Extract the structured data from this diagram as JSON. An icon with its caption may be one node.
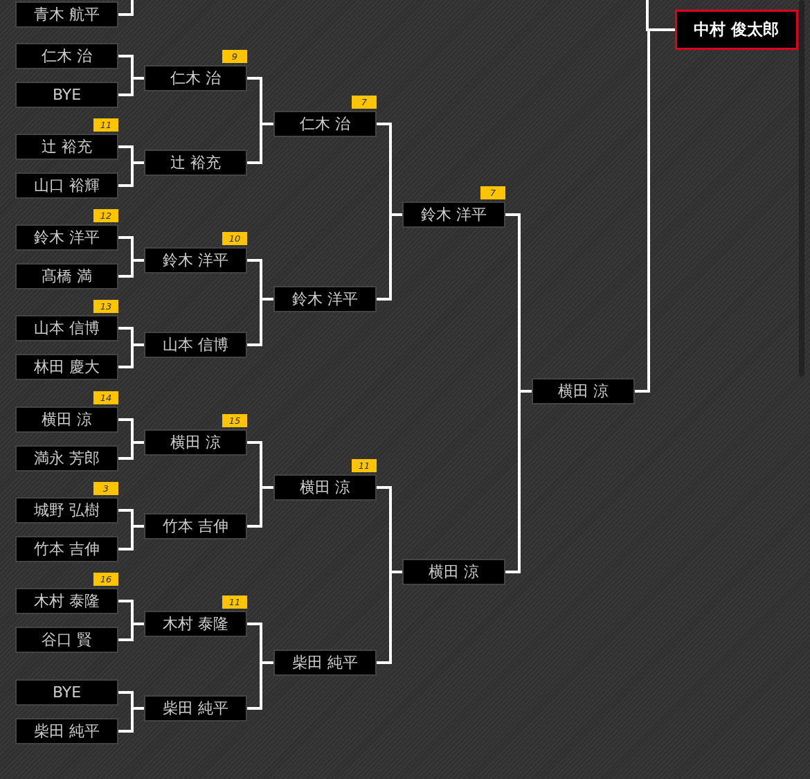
{
  "diagram": {
    "nodes": [
      {
        "text": [
          "青木 航平"
        ]
      },
      {
        "text": [
          "仁木 治"
        ]
      },
      {
        "text": [
          "BYE"
        ]
      },
      {
        "text": [
          "辻 裕充"
        ],
        "beside": [
          "11"
        ]
      },
      {
        "text": [
          "山口 裕輝"
        ]
      },
      {
        "text": [
          "鈴木 洋平"
        ],
        "beside": [
          "12"
        ]
      },
      {
        "text": [
          "髙橋 満"
        ]
      },
      {
        "text": [
          "山本 信博"
        ],
        "beside": [
          "13"
        ]
      },
      {
        "text": [
          "林田 慶大"
        ]
      },
      {
        "text": [
          "横田 涼"
        ],
        "beside": [
          "14"
        ]
      },
      {
        "text": [
          "満永 芳郎"
        ]
      },
      {
        "text": [
          "城野 弘樹"
        ],
        "beside": [
          "3"
        ]
      },
      {
        "text": [
          "竹本 吉伸"
        ]
      },
      {
        "text": [
          "木村 泰隆"
        ],
        "beside": [
          "16"
        ]
      },
      {
        "text": [
          "谷口 賢"
        ]
      },
      {
        "text": [
          "BYE"
        ]
      },
      {
        "text": [
          "柴田 純平"
        ]
      },
      {
        "text": [
          "仁木 治"
        ],
        "beside": [
          "9"
        ]
      },
      {
        "text": [
          "辻 裕充"
        ]
      },
      {
        "text": [
          "鈴木 洋平"
        ],
        "beside": [
          "10"
        ]
      },
      {
        "text": [
          "山本 信博"
        ]
      },
      {
        "text": [
          "横田 涼"
        ],
        "beside": [
          "15"
        ]
      },
      {
        "text": [
          "竹本 吉伸"
        ]
      },
      {
        "text": [
          "木村 泰隆"
        ],
        "beside": [
          "11"
        ]
      },
      {
        "text": [
          "柴田 純平"
        ]
      },
      {
        "text": [
          "仁木 治"
        ],
        "beside": [
          "7"
        ]
      },
      {
        "text": [
          "鈴木 洋平"
        ]
      },
      {
        "text": [
          "横田 涼"
        ],
        "beside": [
          "11"
        ]
      },
      {
        "text": [
          "柴田 純平"
        ]
      },
      {
        "text": [
          "鈴木 洋平"
        ],
        "beside": [
          "7"
        ]
      },
      {
        "text": [
          "横田 涼"
        ]
      },
      {
        "text": [
          "横田 涼"
        ]
      },
      {
        "text": [
          "中村 俊太郎"
        ]
      }
    ],
    "edges": [
      {
        "from": 0,
        "to": null,
        "arrow": "none"
      },
      {
        "from": 1,
        "to": 17,
        "arrow": "none"
      },
      {
        "from": 2,
        "to": 17,
        "arrow": "none"
      },
      {
        "from": 3,
        "to": 18,
        "arrow": "none"
      },
      {
        "from": 4,
        "to": 18,
        "arrow": "none"
      },
      {
        "from": 5,
        "to": 19,
        "arrow": "none"
      },
      {
        "from": 6,
        "to": 19,
        "arrow": "none"
      },
      {
        "from": 7,
        "to": 20,
        "arrow": "none"
      },
      {
        "from": 8,
        "to": 20,
        "arrow": "none"
      },
      {
        "from": 9,
        "to": 21,
        "arrow": "none"
      },
      {
        "from": 10,
        "to": 21,
        "arrow": "none"
      },
      {
        "from": 11,
        "to": 22,
        "arrow": "none"
      },
      {
        "from": 12,
        "to": 22,
        "arrow": "none"
      },
      {
        "from": 13,
        "to": 23,
        "arrow": "none"
      },
      {
        "from": 14,
        "to": 23,
        "arrow": "none"
      },
      {
        "from": 15,
        "to": 24,
        "arrow": "none"
      },
      {
        "from": 16,
        "to": 24,
        "arrow": "none"
      },
      {
        "from": 17,
        "to": 25,
        "arrow": "none"
      },
      {
        "from": 18,
        "to": 25,
        "arrow": "none"
      },
      {
        "from": 19,
        "to": 26,
        "arrow": "none"
      },
      {
        "from": 20,
        "to": 26,
        "arrow": "none"
      },
      {
        "from": 21,
        "to": 27,
        "arrow": "none"
      },
      {
        "from": 22,
        "to": 27,
        "arrow": "none"
      },
      {
        "from": 23,
        "to": 28,
        "arrow": "none"
      },
      {
        "from": 24,
        "to": 28,
        "arrow": "none"
      },
      {
        "from": 25,
        "to": 29,
        "arrow": "none"
      },
      {
        "from": 26,
        "to": 29,
        "arrow": "none"
      },
      {
        "from": 27,
        "to": 30,
        "arrow": "none"
      },
      {
        "from": 28,
        "to": 30,
        "arrow": "none"
      },
      {
        "from": 29,
        "to": 31,
        "arrow": "none"
      },
      {
        "from": 30,
        "to": 31,
        "arrow": "none"
      },
      {
        "from": 31,
        "to": 32,
        "arrow": "none"
      },
      {
        "from": null,
        "to": 32,
        "arrow": "none"
      }
    ]
  }
}
